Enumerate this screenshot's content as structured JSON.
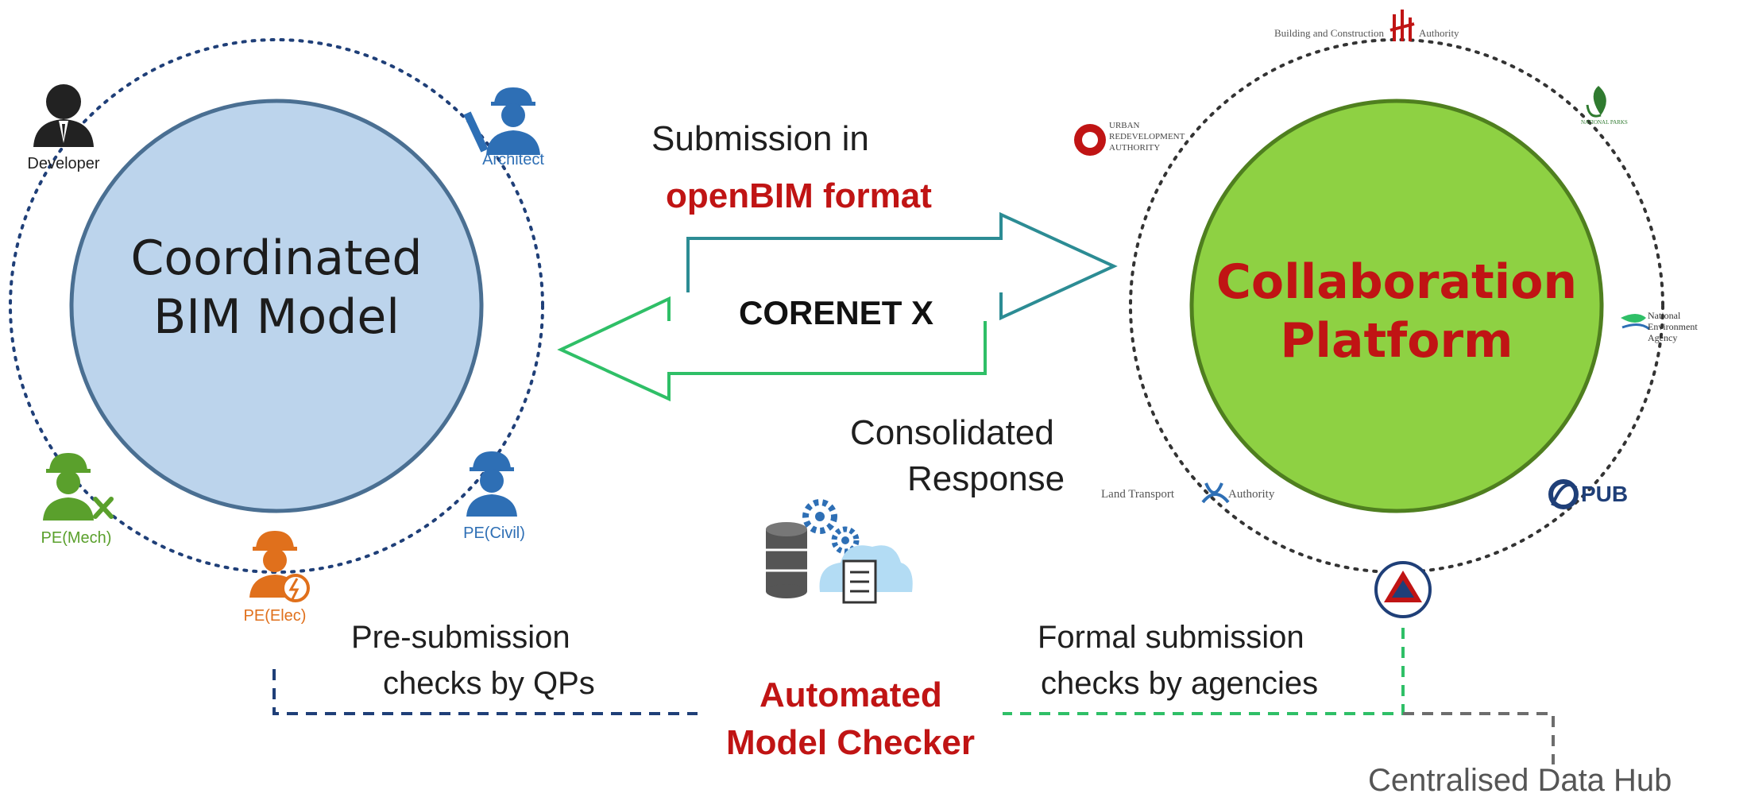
{
  "left_circle": {
    "line1": "Coordinated",
    "line2": "BIM Model",
    "fill": "#bcd4ec",
    "stroke": "#4a6f92"
  },
  "right_circle": {
    "line1": "Collaboration",
    "line2": "Platform",
    "fill": "#8ed143",
    "stroke": "#4f7f1f"
  },
  "roles": {
    "developer": "Developer",
    "architect": "Architect",
    "pe_mech": "PE(Mech)",
    "pe_elec": "PE(Elec)",
    "pe_civil": "PE(Civil)"
  },
  "center": {
    "submission_line1": "Submission in",
    "submission_line2": "openBIM format",
    "corenet": "CORENET X",
    "response_line1": "Consolidated",
    "response_line2": "Response"
  },
  "checks": {
    "pre_line1": "Pre-submission",
    "pre_line2": "checks by QPs",
    "formal_line1": "Formal submission",
    "formal_line2": "checks by agencies",
    "checker_line1": "Automated",
    "checker_line2": "Model Checker",
    "hub": "Centralised Data Hub"
  },
  "agencies": {
    "bca_left": "Building and Construction",
    "bca_right": "Authority",
    "ura_line1": "URBAN",
    "ura_line2": "REDEVELOPMENT",
    "ura_line3": "AUTHORITY",
    "nparks": "NATIONAL PARKS",
    "nea_line1": "National",
    "nea_line2": "Environment",
    "nea_line3": "Agency",
    "lta_left": "Land Transport",
    "lta_right": "Authority",
    "pub": "PUB"
  },
  "colors": {
    "accent_red": "#c01414",
    "arrow_teal": "#2c8c94",
    "arrow_green": "#2fbf67",
    "dash_navy": "#1f3f78",
    "dash_green": "#2fbf67",
    "dash_gray": "#6d6d6d",
    "developer_icon": "#222222",
    "architect_icon": "#2e6fb5",
    "mech_icon": "#5aa02c",
    "elec_icon": "#e0701c",
    "civil_icon": "#2e6fb5"
  }
}
